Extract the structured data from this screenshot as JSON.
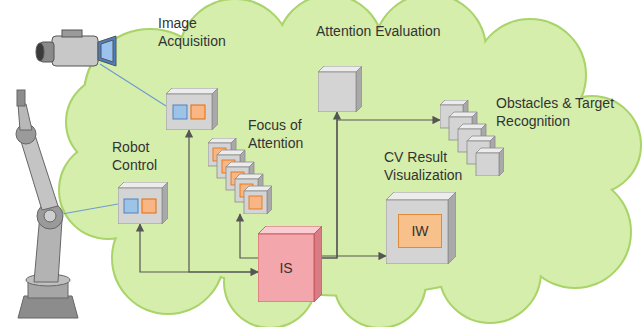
{
  "diagram": {
    "nodes": [
      {
        "text": [
          "Image Acquisition"
        ]
      },
      {
        "text": [
          "Attention Evaluation"
        ]
      },
      {
        "text": [
          "Obstacles & Target Recognition"
        ]
      },
      {
        "text": [
          "Focus of Attention"
        ]
      },
      {
        "text": [
          "Robot Control"
        ]
      },
      {
        "text": [
          "CV Result Visualization"
        ]
      },
      {
        "text": [
          "IW"
        ],
        "in": 5
      },
      {
        "text": [
          "IS"
        ]
      }
    ],
    "edges": [
      {
        "from": 7,
        "to": 4,
        "arrow": "both"
      },
      {
        "from": 7,
        "to": 0,
        "arrow": "to"
      },
      {
        "from": 7,
        "to": 3,
        "arrow": "to"
      },
      {
        "from": 7,
        "to": 1,
        "arrow": "to"
      },
      {
        "from": 7,
        "to": 2,
        "arrow": "to"
      },
      {
        "from": 7,
        "to": 5,
        "arrow": "to"
      }
    ]
  }
}
